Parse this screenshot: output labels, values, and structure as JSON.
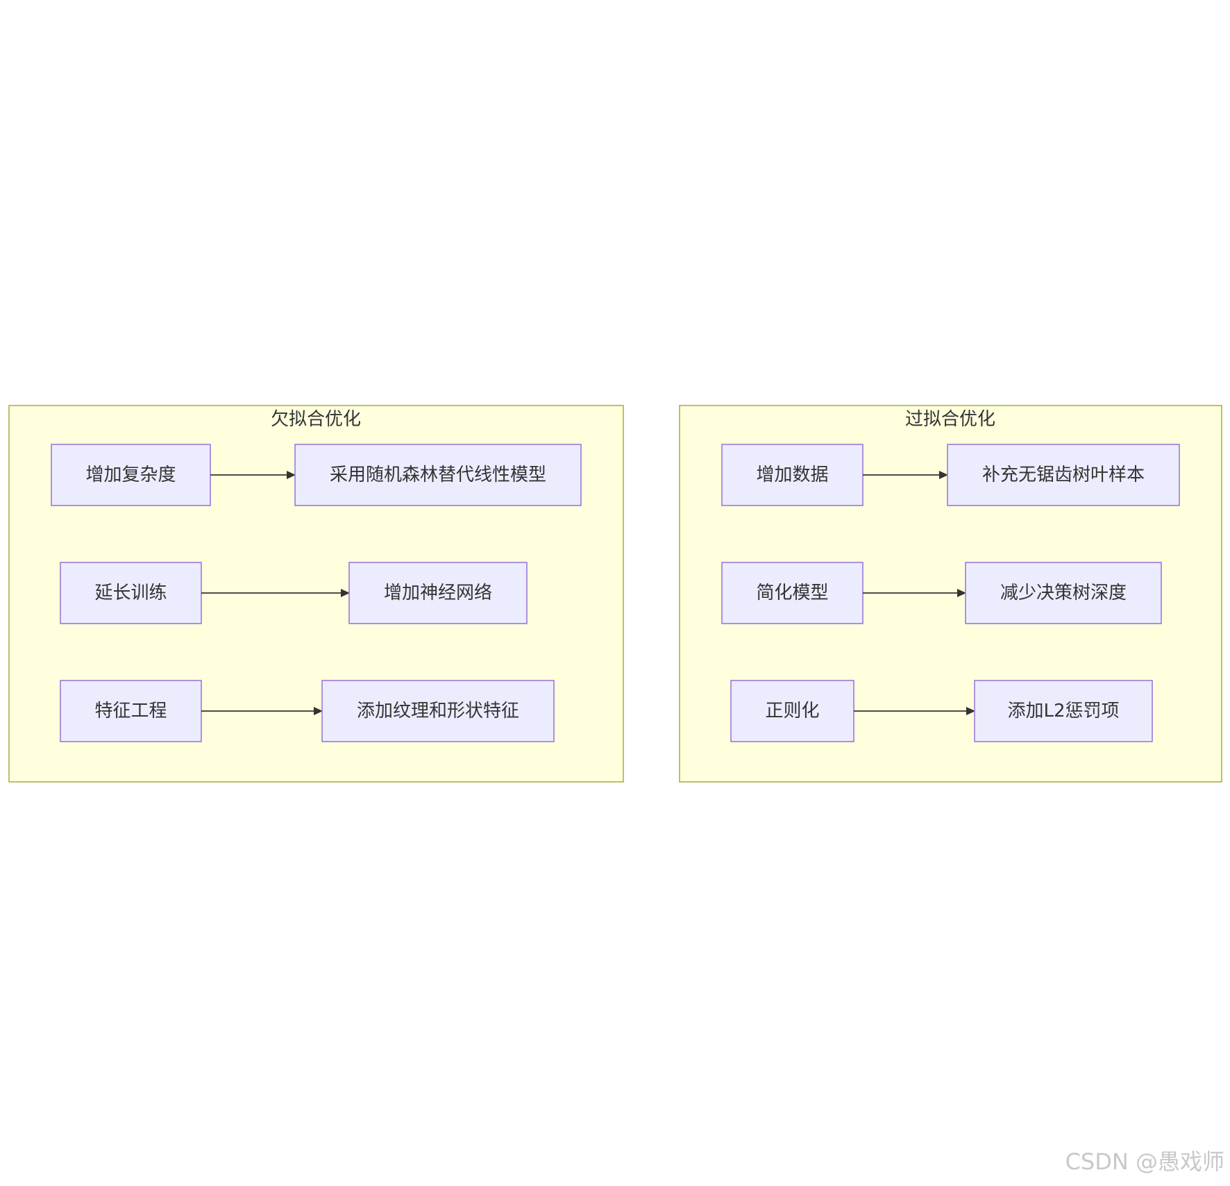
{
  "diagram": {
    "clusters": [
      {
        "id": "underfit",
        "title": "欠拟合优化",
        "pairs": [
          {
            "from": "增加复杂度",
            "to": "采用随机森林替代线性模型"
          },
          {
            "from": "延长训练",
            "to": "增加神经网络"
          },
          {
            "from": "特征工程",
            "to": "添加纹理和形状特征"
          }
        ]
      },
      {
        "id": "overfit",
        "title": "过拟合优化",
        "pairs": [
          {
            "from": "增加数据",
            "to": "补充无锯齿树叶样本"
          },
          {
            "from": "简化模型",
            "to": "减少决策树深度"
          },
          {
            "from": "正则化",
            "to": "添加L2惩罚项"
          }
        ]
      }
    ],
    "colors": {
      "cluster_fill": "#ffffde",
      "cluster_stroke": "#aaaa33",
      "node_fill": "#ececff",
      "node_stroke": "#9370db",
      "text": "#333333",
      "edge": "#333333"
    }
  },
  "watermark": "CSDN @愚戏师"
}
